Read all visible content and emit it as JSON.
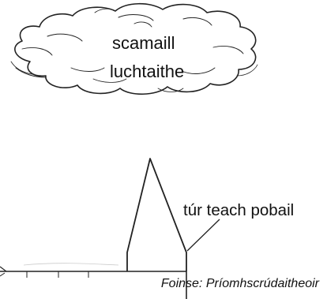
{
  "cloud": {
    "line1": "scamaill",
    "line2": "luchtaithe"
  },
  "spire": {
    "label": "túr teach pobail"
  },
  "source": "Foinse: Príomhscrúdaitheoir"
}
